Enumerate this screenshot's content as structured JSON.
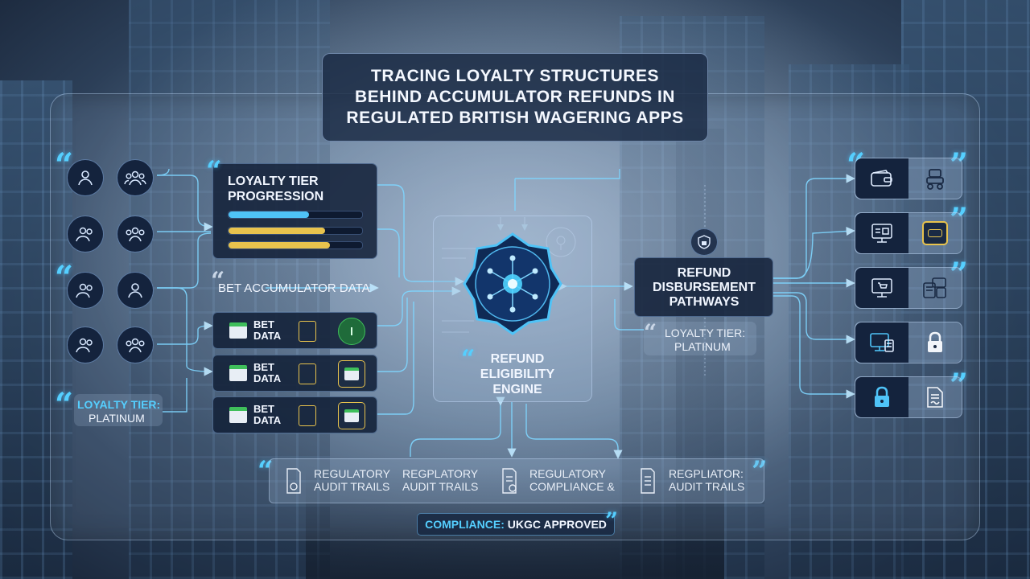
{
  "title": "Tracing Loyalty Structures Behind Accumulator Refunds in Regulated British Wagering Apps",
  "loyalty_progression": {
    "label": "Loyalty Tier Progression",
    "bars": [
      {
        "level": 0.6,
        "color": "#4fc3f7"
      },
      {
        "level": 0.72,
        "color": "#e8c34d"
      },
      {
        "level": 0.76,
        "color": "#e8c34d"
      }
    ]
  },
  "bet_accumulator_label": "Bet Accumulator Data",
  "bet_cards": [
    {
      "label": "Bet Data",
      "accent": "#3fbf5b"
    },
    {
      "label": "Bet Data",
      "accent": "#e8c34d"
    },
    {
      "label": "Bet Data",
      "accent": "#e8c34d"
    }
  ],
  "left_badge": {
    "line1": "Loyalty Tier:",
    "line2": "Platinum"
  },
  "engine_label": "Refund Eligibility Engine",
  "disbursement_label": "Refund Disbursement Pathways",
  "right_badge": {
    "line1": "Loyalty Tier:",
    "line2": "Platinum"
  },
  "audit_items": [
    {
      "line1": "Regulatory",
      "line2": "Audit Trails"
    },
    {
      "line1": "Regplatory",
      "line2": "Audit Trails"
    },
    {
      "line1": "Regulatory",
      "line2": "Compliance &"
    },
    {
      "line1": "Regpliator:",
      "line2": "Audit Trails"
    }
  ],
  "compliance": {
    "key": "Compliance:",
    "value": "UKGC Approved"
  },
  "colors": {
    "accent": "#55cfff",
    "gold": "#e8c34d",
    "green": "#3fbf5b",
    "navy": "#14233d"
  },
  "icons": {
    "user_nodes": [
      "user-icon",
      "users-group-icon"
    ],
    "disbursement": [
      "wallet-icon",
      "robot-icon",
      "monitor-chart-icon",
      "chat-icon",
      "monitor-cart-icon",
      "devices-icon",
      "monitor-lock-icon",
      "padlock-icon",
      "padlock-icon",
      "document-signature-icon"
    ]
  }
}
